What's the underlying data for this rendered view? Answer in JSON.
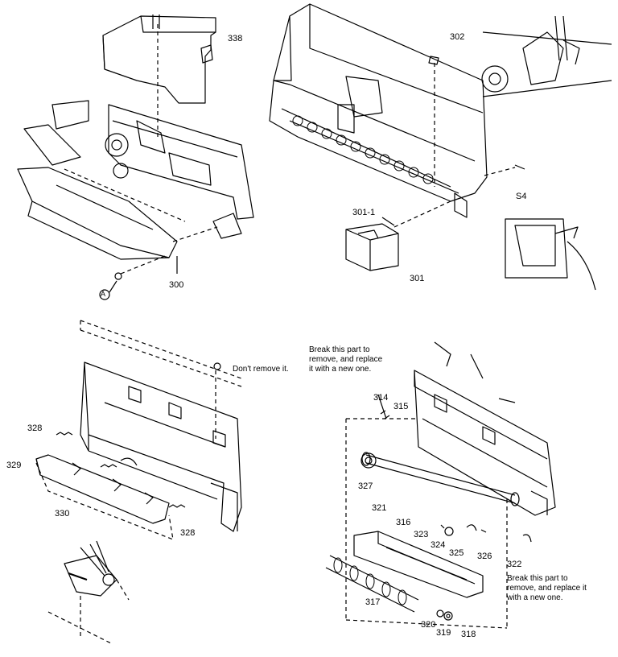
{
  "callouts": {
    "p338": "338",
    "p302": "302",
    "pS4": "S4",
    "p301_1": "301-1",
    "p301": "301",
    "p300": "300",
    "pA": "A",
    "p328a": "328",
    "p329": "329",
    "p330": "330",
    "p328b": "328",
    "p314": "314",
    "p315": "315",
    "p327": "327",
    "p321": "321",
    "p316": "316",
    "p323": "323",
    "p324": "324",
    "p325": "325",
    "p326": "326",
    "p322": "322",
    "p317": "317",
    "p320": "320",
    "p319": "319",
    "p318": "318"
  },
  "notes": {
    "dont_remove": "Don't remove it.",
    "break_part_top": "Break this part to\nremove, and replace\nit with a new one.",
    "break_part_bottom": "Break this part to\nremove, and replace it\nwith a new one."
  }
}
